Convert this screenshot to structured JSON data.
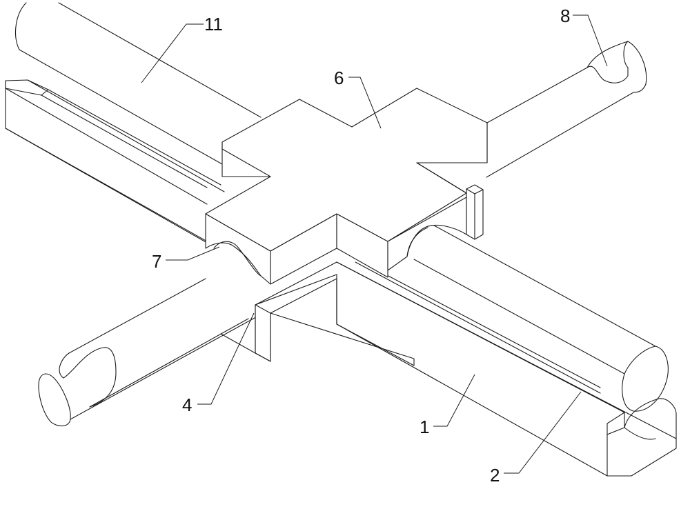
{
  "labels": {
    "l11": "11",
    "l8": "8",
    "l6": "6",
    "l7": "7",
    "l4": "4",
    "l1": "1",
    "l2": "2"
  }
}
